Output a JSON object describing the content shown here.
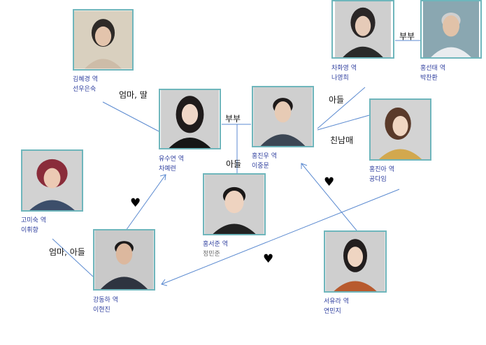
{
  "colors": {
    "line": "#5b8ad0",
    "frame": "#6fb6bc",
    "name": "#2f3f9f"
  },
  "characters": [
    {
      "id": "kim-hyekyung",
      "role": "김혜경 역",
      "actor": "선우은숙"
    },
    {
      "id": "cha-hwayoung",
      "role": "차화영 역",
      "actor": "나영희"
    },
    {
      "id": "hong-seontae",
      "role": "홍선태 역",
      "actor": "박찬환"
    },
    {
      "id": "yu-suyeon",
      "role": "유수연 역",
      "actor": "차예련"
    },
    {
      "id": "hong-jinwoo",
      "role": "홍진우 역",
      "actor": "이중문"
    },
    {
      "id": "hong-jina",
      "role": "홍진아 역",
      "actor": "공다임"
    },
    {
      "id": "go-misuk",
      "role": "고미숙 역",
      "actor": "이휘향"
    },
    {
      "id": "hong-seojun",
      "role": "홍서준 역",
      "actor": "정민준"
    },
    {
      "id": "kang-dongha",
      "role": "강동하 역",
      "actor": "이현진"
    },
    {
      "id": "seo-yura",
      "role": "서유라 역",
      "actor": "연민지"
    }
  ],
  "relations": {
    "mother_daughter": "엄마, 딸",
    "couple_left": "부부",
    "couple_top": "부부",
    "son_top": "아들",
    "siblings": "친남매",
    "son_center": "아들",
    "mother_son": "엄마, 아들",
    "love": "♥"
  }
}
